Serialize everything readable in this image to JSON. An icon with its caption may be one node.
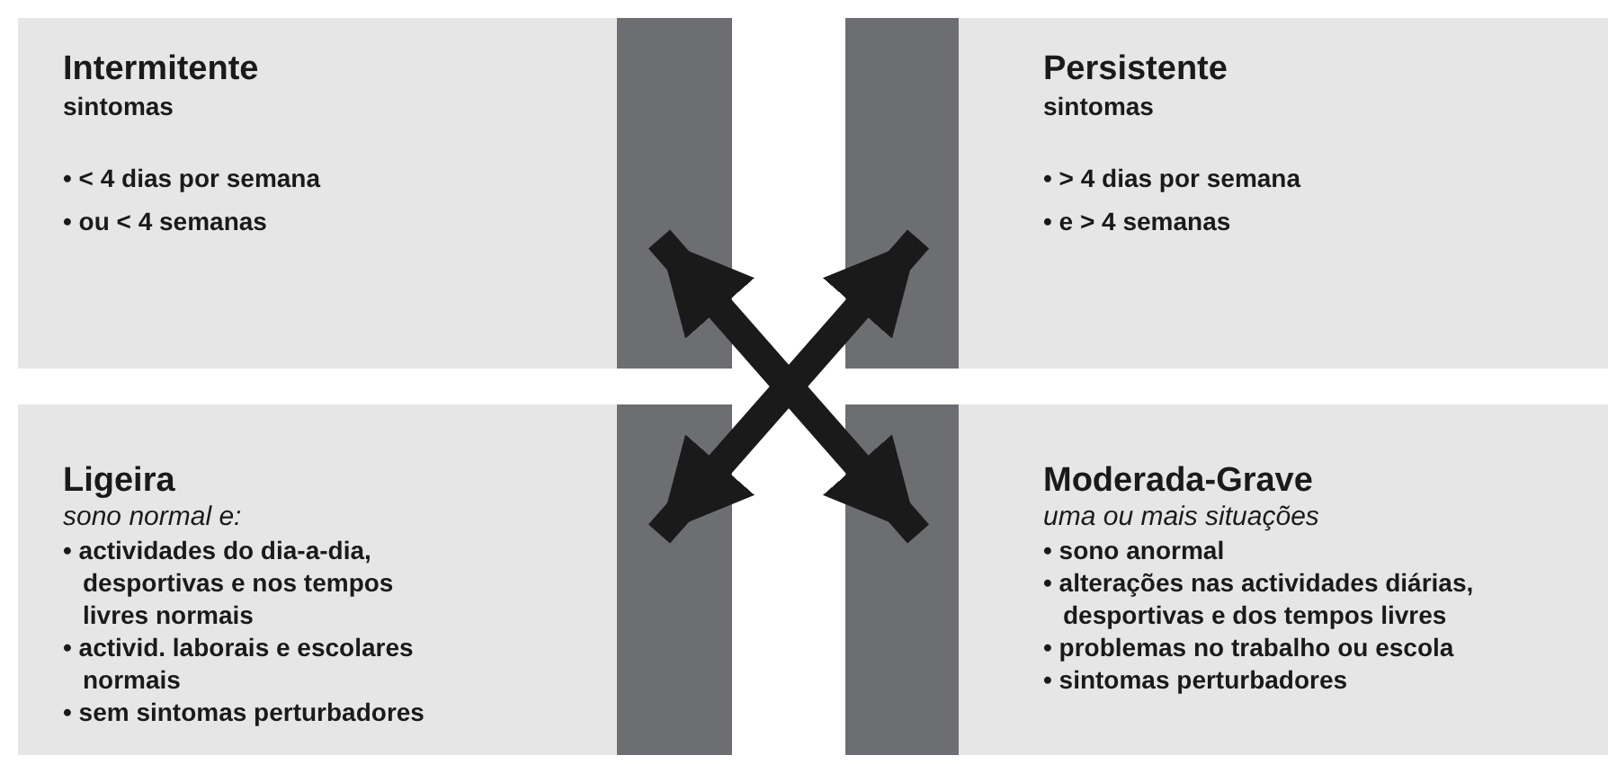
{
  "diagram": {
    "nodes": [
      {
        "text": [
          "Intermitente",
          "sintomas",
          "• < 4 dias por semana",
          "• ou < 4 semanas"
        ]
      },
      {
        "text": [
          "Persistente",
          "sintomas",
          "• > 4 dias por semana",
          "• e > 4 semanas"
        ]
      },
      {
        "text": [
          "Ligeira",
          "sono normal e:",
          "• actividades do dia-a-dia, desportivas e nos tempos livres normais",
          "• activid. laborais e escolares normais",
          "• sem sintomas perturbadores"
        ]
      },
      {
        "text": [
          "Moderada-Grave",
          "uma ou mais situações",
          "• sono anormal",
          "• alterações nas actividades diárias, desportivas e dos tempos livres",
          "• problemas no trabalho ou escola",
          "• sintomas perturbadores"
        ]
      }
    ],
    "edges": [
      {
        "from": 0,
        "to": 3,
        "arrow": "both"
      },
      {
        "from": 1,
        "to": 2,
        "arrow": "both"
      }
    ]
  }
}
